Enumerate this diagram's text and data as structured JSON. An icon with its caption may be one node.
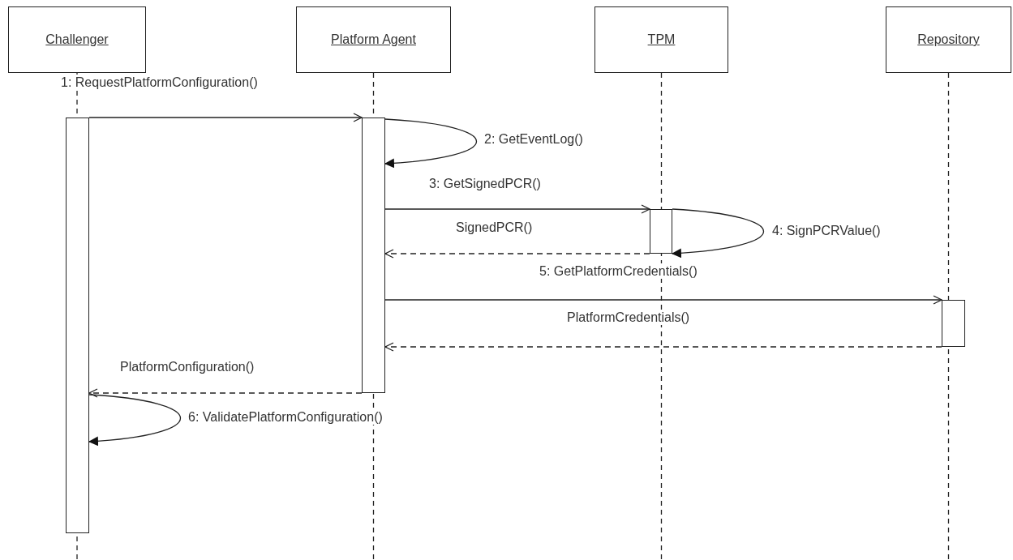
{
  "diagram": {
    "nodes": [
      {
        "text": [
          "Challenger"
        ]
      },
      {
        "text": [
          "Platform Agent"
        ]
      },
      {
        "text": [
          "TPM"
        ]
      },
      {
        "text": [
          "Repository"
        ]
      },
      {
        "text": [],
        "shape": "bar"
      },
      {
        "text": [],
        "shape": "bar"
      },
      {
        "text": [],
        "shape": "bar"
      },
      {
        "text": [],
        "shape": "bar"
      }
    ],
    "edges": [
      {
        "from": 4,
        "to": 5,
        "arrow": "to",
        "label": "1: RequestPlatformConfiguration()"
      },
      {
        "from": 5,
        "to": 5,
        "arrow": "to",
        "label": "2: GetEventLog()"
      },
      {
        "from": 5,
        "to": 6,
        "arrow": "to",
        "label": "3: GetSignedPCR()"
      },
      {
        "from": 6,
        "to": 6,
        "arrow": "to",
        "label": "4: SignPCRValue()"
      },
      {
        "from": 6,
        "to": 5,
        "arrow": "to",
        "label": "SignedPCR()",
        "style": "dashed"
      },
      {
        "from": 5,
        "to": 7,
        "arrow": "to",
        "label": "5: GetPlatformCredentials()"
      },
      {
        "from": 7,
        "to": 5,
        "arrow": "to",
        "label": "PlatformCredentials()",
        "style": "dashed"
      },
      {
        "from": 5,
        "to": 4,
        "arrow": "to",
        "label": "PlatformConfiguration()",
        "style": "dashed"
      },
      {
        "from": 4,
        "to": 4,
        "arrow": "to",
        "label": "6: ValidatePlatformConfiguration()"
      }
    ]
  }
}
